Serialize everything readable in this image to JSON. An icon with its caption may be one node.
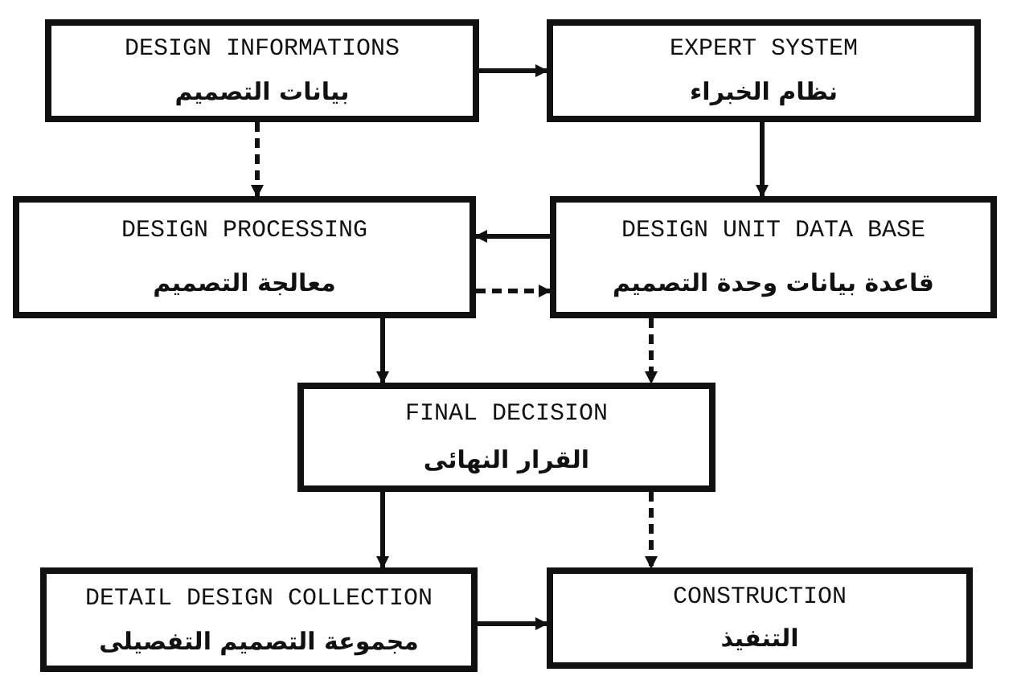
{
  "diagram": {
    "nodes": [
      {
        "text": [
          "DESIGN INFORMATIONS",
          "بيانات التصميم"
        ]
      },
      {
        "text": [
          "EXPERT SYSTEM",
          "نظام الخبراء"
        ]
      },
      {
        "text": [
          "DESIGN PROCESSING",
          "معالجة التصميم"
        ]
      },
      {
        "text": [
          "DESIGN UNIT DATA BASE",
          "قاعدة بيانات وحدة التصميم"
        ]
      },
      {
        "text": [
          "FINAL DECISION",
          "القرار النهائى"
        ]
      },
      {
        "text": [
          "DETAIL DESIGN COLLECTION",
          "مجموعة التصميم التفصيلى"
        ]
      },
      {
        "text": [
          "CONSTRUCTION",
          "التنفيذ"
        ]
      }
    ],
    "edges": [
      {
        "from": 0,
        "to": 1,
        "arrow": "to"
      },
      {
        "from": 0,
        "to": 2,
        "arrow": "to",
        "style": "dashed"
      },
      {
        "from": 1,
        "to": 3,
        "arrow": "to"
      },
      {
        "from": 3,
        "to": 2,
        "arrow": "to"
      },
      {
        "from": 2,
        "to": 3,
        "arrow": "to",
        "style": "dashed"
      },
      {
        "from": 2,
        "to": 4,
        "arrow": "to"
      },
      {
        "from": 3,
        "to": 4,
        "arrow": "to",
        "style": "dashed"
      },
      {
        "from": 4,
        "to": 5,
        "arrow": "to"
      },
      {
        "from": 4,
        "to": 6,
        "arrow": "to",
        "style": "dashed"
      },
      {
        "from": 5,
        "to": 6,
        "arrow": "to"
      }
    ]
  }
}
